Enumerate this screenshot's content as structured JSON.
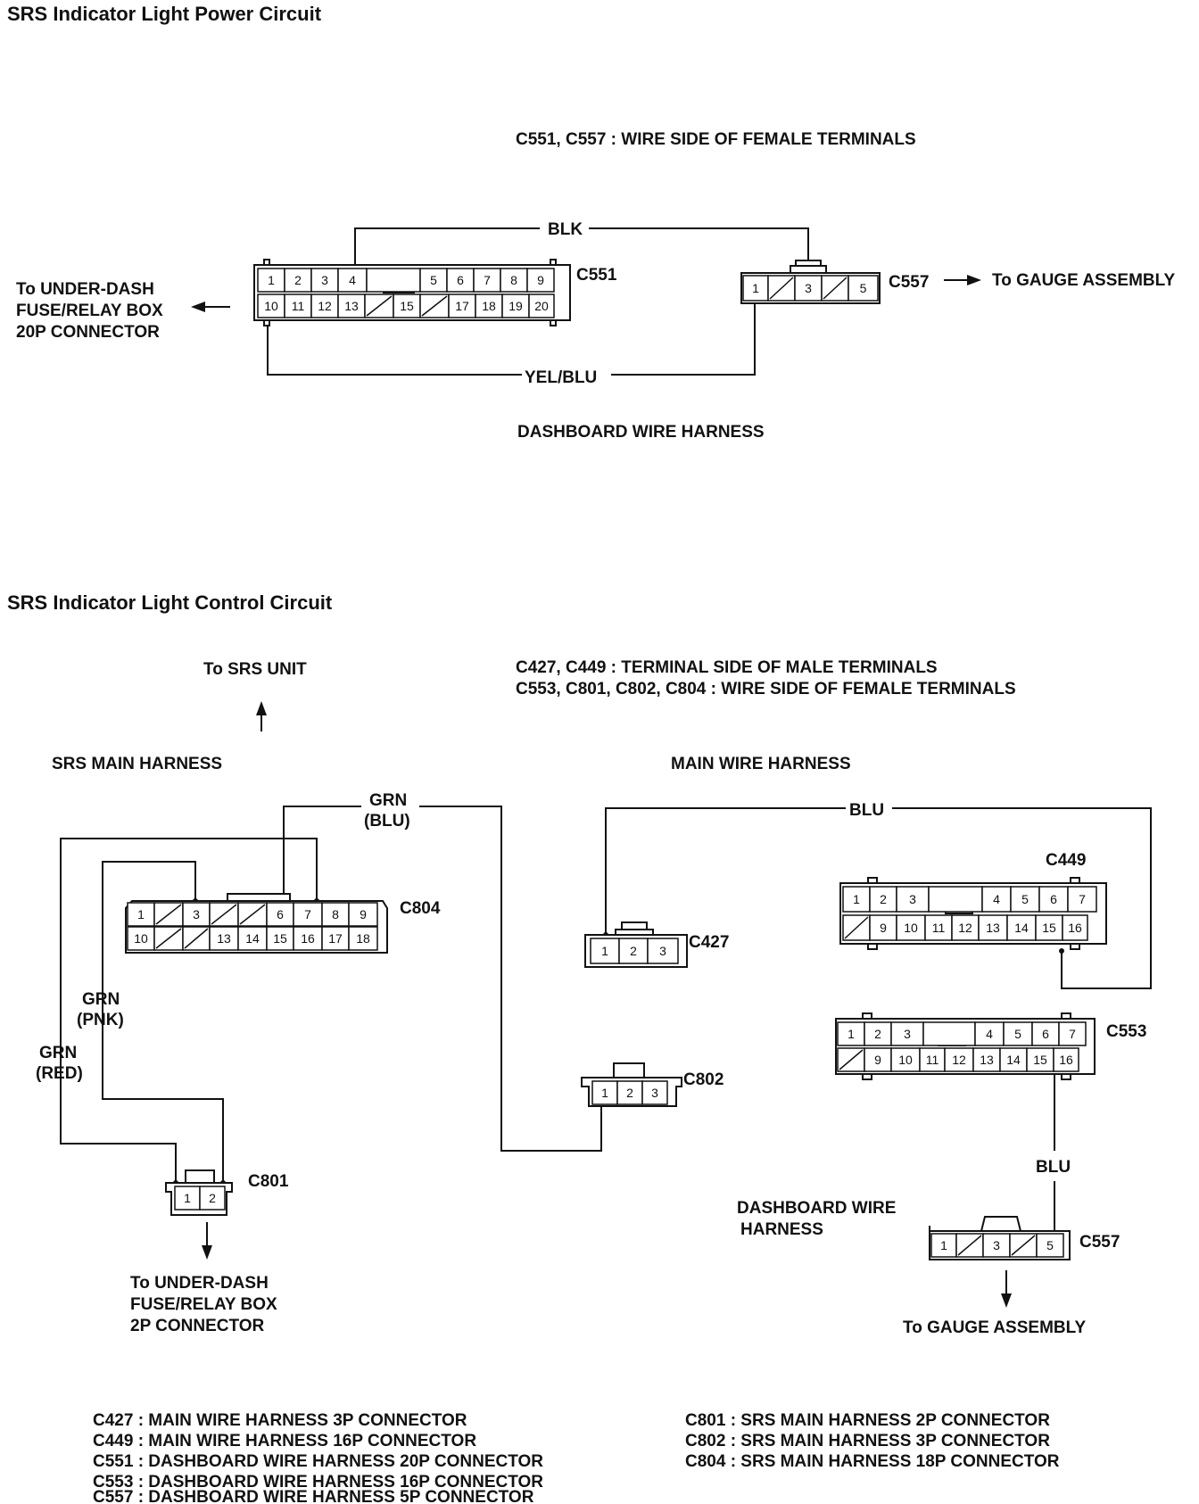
{
  "power_circuit": {
    "title": "SRS Indicator Light Power Circuit",
    "view_note": "C551, C557 : WIRE SIDE OF FEMALE TERMINALS",
    "to_fuse_box": [
      "To UNDER-DASH",
      "FUSE/RELAY BOX",
      "20P CONNECTOR"
    ],
    "to_gauge": "To GAUGE ASSEMBLY",
    "wire_top": "BLK",
    "wire_bottom": "YEL/BLU",
    "harness": "DASHBOARD WIRE HARNESS",
    "c551": {
      "name": "C551",
      "row1": [
        "1",
        "2",
        "3",
        "4",
        "",
        "5",
        "6",
        "7",
        "8",
        "9"
      ],
      "row2": [
        "10",
        "11",
        "12",
        "13",
        "/",
        "15",
        "/",
        "17",
        "18",
        "19",
        "20"
      ]
    },
    "c557": {
      "name": "C557",
      "cells": [
        "1",
        "/",
        "3",
        "/",
        "5"
      ]
    }
  },
  "control_circuit": {
    "title": "SRS Indicator Light Control Circuit",
    "to_srs": "To SRS UNIT",
    "view_note_1": "C427, C449 : TERMINAL SIDE OF MALE TERMINALS",
    "view_note_2": "C553, C801, C802, C804 : WIRE SIDE OF FEMALE TERMINALS",
    "srs_harness": "SRS MAIN HARNESS",
    "main_harness": "MAIN WIRE HARNESS",
    "dash_harness": [
      "DASHBOARD WIRE",
      "HARNESS"
    ],
    "wires": {
      "grn_blu": [
        "GRN",
        "(BLU)"
      ],
      "grn_pnk": [
        "GRN",
        "(PNK)"
      ],
      "grn_red": [
        "GRN",
        "(RED)"
      ],
      "blu_top": "BLU",
      "blu_bottom": "BLU"
    },
    "c804": {
      "name": "C804",
      "row1": [
        "1",
        "/",
        "3",
        "/",
        "/",
        "6",
        "7",
        "8",
        "9"
      ],
      "row2": [
        "10",
        "/",
        "/",
        "13",
        "14",
        "15",
        "16",
        "17",
        "18"
      ]
    },
    "c427": {
      "name": "C427",
      "cells": [
        "1",
        "2",
        "3"
      ]
    },
    "c802": {
      "name": "C802",
      "cells": [
        "1",
        "2",
        "3"
      ]
    },
    "c801": {
      "name": "C801",
      "cells": [
        "1",
        "2"
      ]
    },
    "c449": {
      "name": "C449",
      "row1": [
        "1",
        "2",
        "3",
        "",
        "4",
        "5",
        "6",
        "7"
      ],
      "row2": [
        "/",
        "9",
        "10",
        "11",
        "12",
        "13",
        "14",
        "15",
        "16"
      ]
    },
    "c553": {
      "name": "C553",
      "row1": [
        "1",
        "2",
        "3",
        "",
        "4",
        "5",
        "6",
        "7"
      ],
      "row2": [
        "/",
        "9",
        "10",
        "11",
        "12",
        "13",
        "14",
        "15",
        "16"
      ]
    },
    "c557": {
      "name": "C557",
      "cells": [
        "1",
        "/",
        "3",
        "/",
        "5"
      ]
    },
    "to_fuse_box": [
      "To UNDER-DASH",
      "FUSE/RELAY BOX",
      "2P CONNECTOR"
    ],
    "to_gauge": "To GAUGE ASSEMBLY"
  },
  "legend": {
    "left": [
      "C427 : MAIN WIRE HARNESS 3P CONNECTOR",
      "C449 : MAIN WIRE HARNESS 16P CONNECTOR",
      "C551 : DASHBOARD WIRE HARNESS 20P CONNECTOR",
      "C553 : DASHBOARD WIRE HARNESS 16P CONNECTOR",
      "C557 : DASHBOARD WIRE HARNESS 5P CONNECTOR"
    ],
    "right": [
      "C801 : SRS MAIN HARNESS 2P CONNECTOR",
      "C802 : SRS MAIN HARNESS 3P CONNECTOR",
      "C804 : SRS MAIN HARNESS 18P CONNECTOR"
    ]
  }
}
